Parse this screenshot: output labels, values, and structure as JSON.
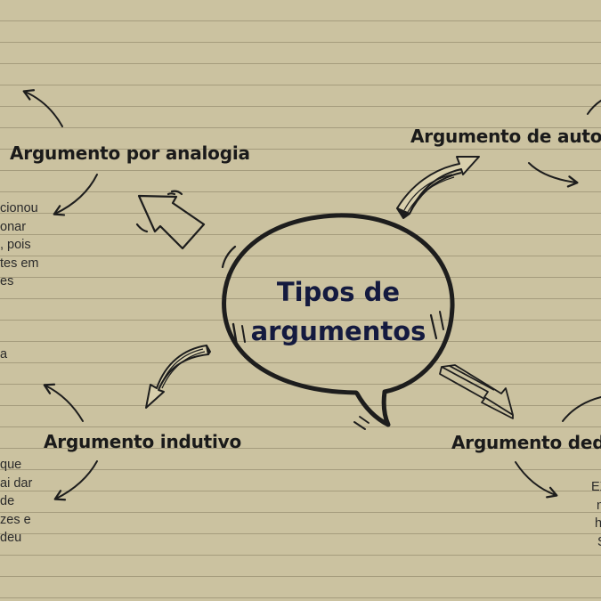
{
  "diagram": {
    "center_title_lines": [
      "Tipos de",
      "argumentos"
    ],
    "nodes": {
      "analogia": {
        "heading": "Argumento por analogia",
        "snippet_lines": [
          "cionou",
          "onar",
          ", pois",
          "tes em",
          "es",
          "",
          "",
          "",
          "a"
        ]
      },
      "autoridade": {
        "heading": "Argumento de autor"
      },
      "indutivo": {
        "heading": "Argumento indutivo",
        "snippet_lines": [
          "que",
          "ai dar",
          "de",
          "zes e",
          " deu"
        ]
      },
      "dedutivo": {
        "heading": "Argumento dedu",
        "snippet_lines": [
          "EX",
          "n",
          "h",
          "S"
        ]
      }
    }
  },
  "colors": {
    "paper": "#cbc2a0",
    "ruled_line": "#a59c7d",
    "ink": "#1d1d1d",
    "title_ink": "#141a3f"
  }
}
